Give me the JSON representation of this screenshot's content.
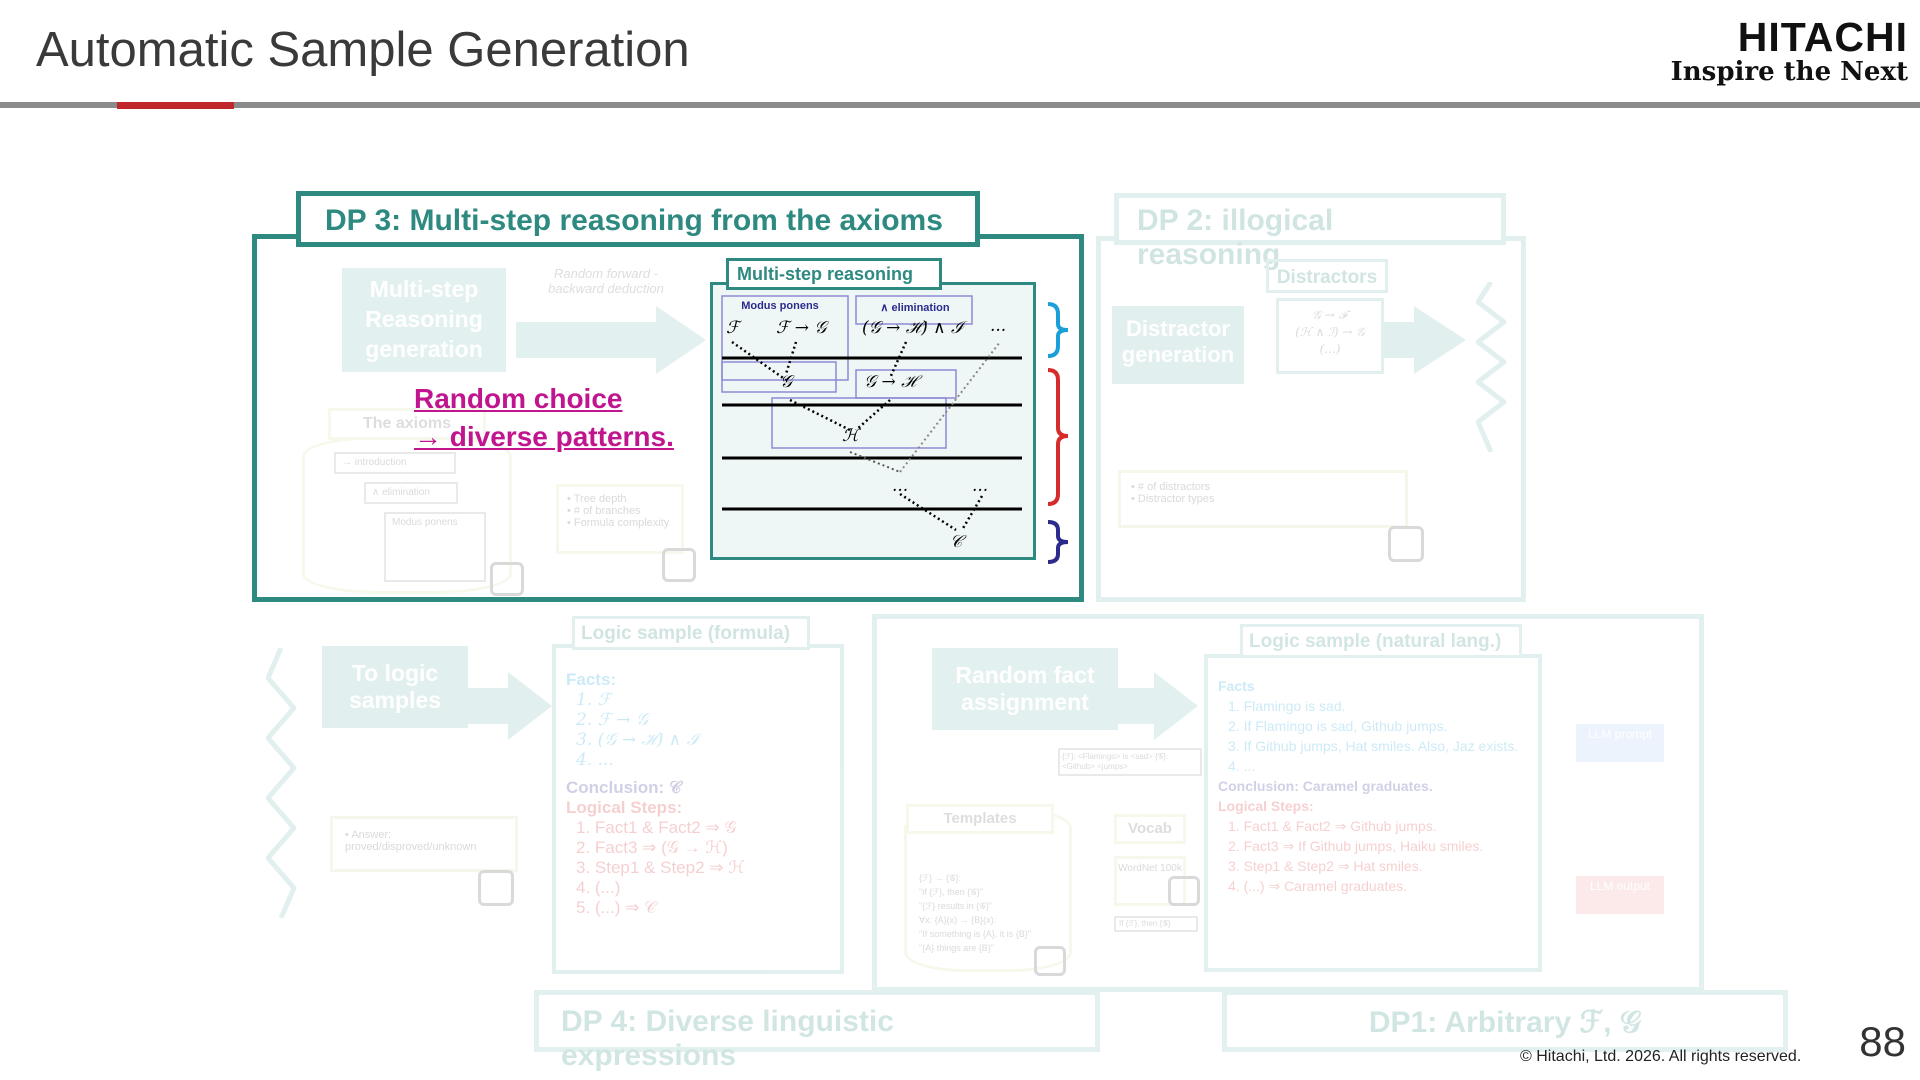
{
  "header": {
    "title": "Automatic Sample Generation",
    "brand_name": "HITACHI",
    "brand_tagline": "Inspire the Next"
  },
  "dp3": {
    "title": "DP 3: Multi-step reasoning from the axioms",
    "gen_box": "Multi-step Reasoning generation",
    "arrow_label": "Random forward -backward deduction",
    "axioms_label": "The axioms",
    "axiom_items": [
      "→ introduction",
      "∧ elimination",
      "Modus ponens"
    ],
    "params": [
      "Tree depth",
      "# of branches",
      "Formula complexity"
    ],
    "panel_title": "Multi-step reasoning",
    "rule1": "Modus ponens",
    "rule2": "∧ elimination",
    "random_choice_1": "Random choice",
    "random_choice_2": "→ diverse patterns.",
    "nodes": {
      "f": "ℱ",
      "f_to_g": "ℱ → 𝒢",
      "gh_and_i": "(𝒢 → ℋ) ∧ ℐ",
      "dots": "...",
      "g": "𝒢",
      "g_to_h": "𝒢 → ℋ",
      "h": "ℋ",
      "dots2": "...",
      "dots3": "...",
      "c": "𝒞"
    }
  },
  "dp2": {
    "title": "DP 2: illogical reasoning",
    "distractors_label": "Distractors",
    "gen_box": "Distractor generation",
    "distractor_lines": [
      "𝒢 → ℱ",
      "(ℋ ∧ ℐ) → 𝒢",
      "(...)"
    ],
    "params": [
      "# of distractors",
      "Distractor types"
    ]
  },
  "logic_samples": {
    "box": "To logic samples",
    "answer_label": "Answer: proved/disproved/unknown",
    "formula_title": "Logic sample (formula)",
    "facts_label": "Facts:",
    "facts": [
      "1.  ℱ",
      "2.  ℱ → 𝒢",
      "3.  (𝒢 → ℋ) ∧ ℐ",
      "4.  ..."
    ],
    "conclusion": "Conclusion: 𝒞",
    "logical_steps_label": "Logical Steps:",
    "steps": [
      "1.  Fact1 & Fact2  ⇒ 𝒢",
      "2.  Fact3          ⇒ (𝒢 → ℋ)",
      "3.  Step1 & Step2 ⇒ ℋ",
      "4.  (...)",
      "5.  (...)             ⇒ 𝒞"
    ]
  },
  "dp4": {
    "title": "DP 4: Diverse linguistic expressions",
    "random_fact_box": "Random fact assignment",
    "assignment_note": "{ℱ}: <Flamingo> is <sad>  {𝒢}: <Github> <jumps>",
    "templates_label": "Templates",
    "vocab_label": "Vocab",
    "wordnet": "WordNet 100k",
    "template_lines": [
      "{ℱ} → {𝒢}:",
      "\"if {ℱ}, then {𝒢}\"",
      "\"{ℱ} results in {𝒢}\"",
      "∀x: {A}(x) → {B}(x):",
      "\"If something is {A}, it is {B}\"",
      "\"{A} things are {B}\""
    ],
    "if_then": "If {ℱ}, then {𝒢}"
  },
  "nl_sample": {
    "title": "Logic sample (natural lang.)",
    "facts_label": "Facts",
    "facts": [
      "1.  Flamingo is sad.",
      "2.  If Flamingo is sad, Github jumps.",
      "3.  If Github jumps, Hat smiles. Also, Jaz exists.",
      "4.  ..."
    ],
    "conclusion": "Conclusion: Caramel graduates.",
    "logical_steps_label": "Logical Steps:",
    "steps": [
      "1.  Fact1 & Fact2  ⇒ Github jumps.",
      "2.  Fact3          ⇒ If Github jumps, Haiku smiles.",
      "3.  Step1 & Step2 ⇒ Hat smiles.",
      "4.  (...)          ⇒ Caramel graduates."
    ],
    "llm_prompt": "LLM prompt",
    "llm_output": "LLM output"
  },
  "dp1": {
    "title": "DP1: Arbitrary ℱ, 𝒢"
  },
  "footer": {
    "copyright": "© Hitachi, Ltd. 2026. All rights reserved.",
    "page_number": "88"
  },
  "colors": {
    "teal": "#2e8a80",
    "magenta": "#c0158f",
    "cyan_brace": "#1a9fd8",
    "red_brace": "#d62b2b",
    "navy_brace": "#2c2a8c",
    "accent_red": "#c0272d"
  }
}
